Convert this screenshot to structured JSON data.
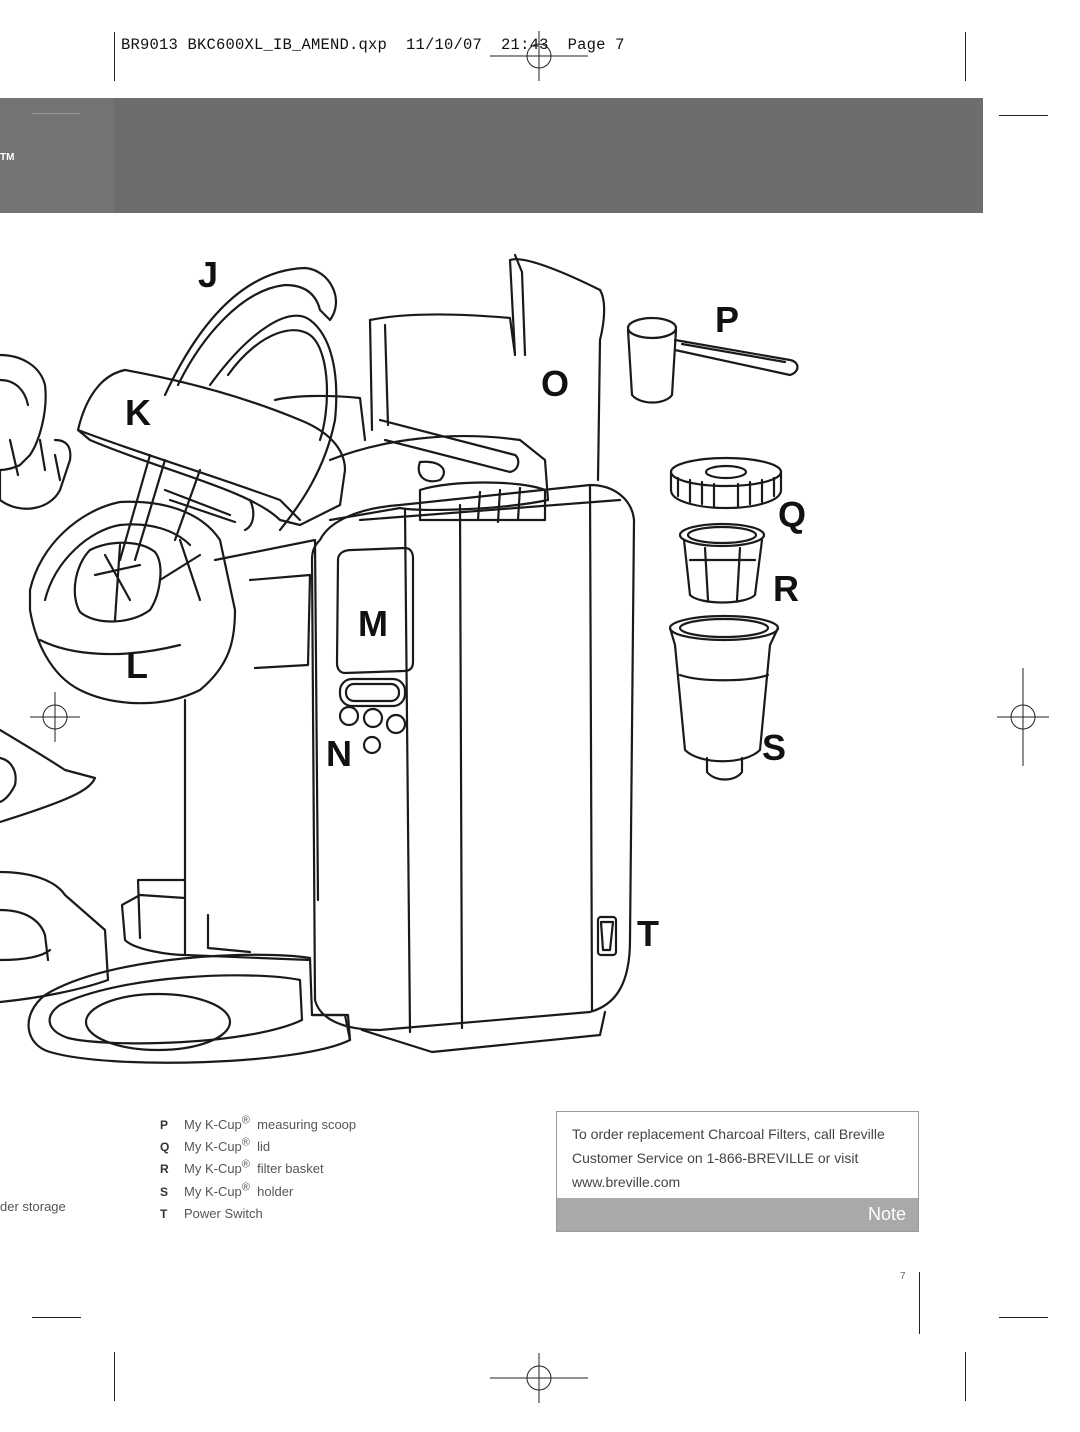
{
  "header": {
    "slug_line": "BR9013 BKC600XL_IB_AMEND.qxp  11/10/07  21:43  Page 7"
  },
  "band": {
    "label": "TM"
  },
  "illustration": {
    "callouts": {
      "j": "J",
      "k": "K",
      "l": "L",
      "m": "M",
      "n": "N",
      "o": "O",
      "p": "P",
      "q": "Q",
      "r": "R",
      "s": "S",
      "t": "T"
    }
  },
  "legend": {
    "items": [
      {
        "letter": "P",
        "prefix": "My K-Cup",
        "suffix": "measuring scoop"
      },
      {
        "letter": "Q",
        "prefix": "My K-Cup",
        "suffix": "lid"
      },
      {
        "letter": "R",
        "prefix": "My K-Cup",
        "suffix": "filter basket"
      },
      {
        "letter": "S",
        "prefix": "My K-Cup",
        "suffix": "holder"
      },
      {
        "letter": "T",
        "prefix": "Power Switch",
        "suffix": ""
      }
    ],
    "reg_mark": "®",
    "left_fragment": "der storage"
  },
  "note": {
    "text": "To order replacement Charcoal Filters, call Breville Customer Service on 1-866-BREVILLE or visit www.breville.com",
    "label": "Note"
  },
  "page_number": "7"
}
